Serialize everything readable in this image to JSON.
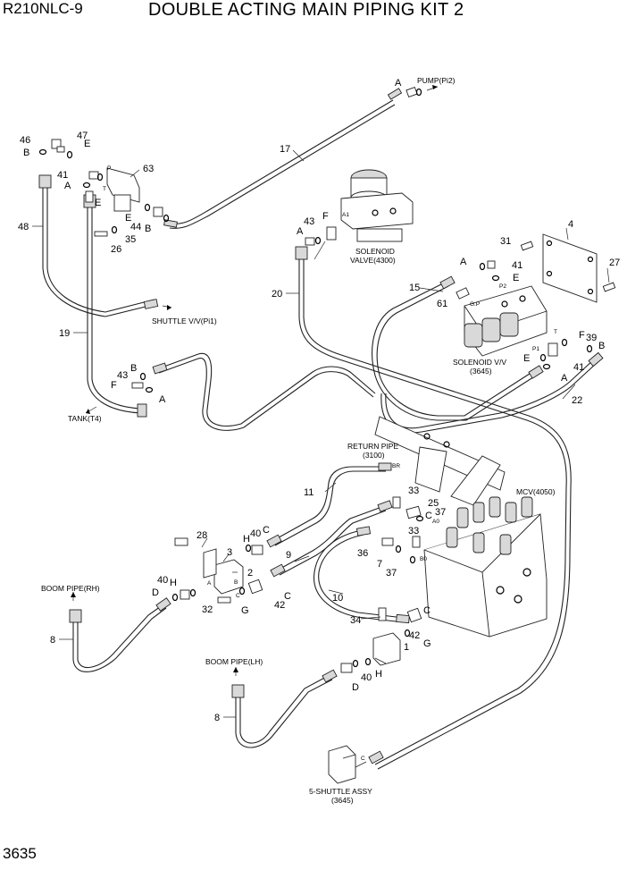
{
  "header": {
    "model": "R210NLC-9",
    "title": "DOUBLE ACTING MAIN PIPING KIT 2"
  },
  "footer": {
    "page_number": "3635"
  },
  "callouts": {
    "pump_pi2": "PUMP(Pi2)",
    "solenoid_valve_1": "SOLENOID",
    "solenoid_valve_2": "VALVE(4300)",
    "solenoid_vv_1": "SOLENOID V/V",
    "solenoid_vv_2": "(3645)",
    "shuttle_pi1": "SHUTTLE V/V(Pi1)",
    "tank_t4": "TANK(T4)",
    "return_pipe_1": "RETURN PIPE",
    "return_pipe_2": "(3100)",
    "mcv": "MCV(4050)",
    "boom_pipe_rh": "BOOM PIPE(RH)",
    "boom_pipe_lh": "BOOM PIPE(LH)",
    "shuttle_assy_1": "5-SHUTTLE ASSY",
    "shuttle_assy_2": "(3645)"
  },
  "port_labels": {
    "p": "P",
    "t": "T",
    "a": "A",
    "a1": "A1",
    "p2": "P2",
    "gp": "G.P",
    "p1": "P1",
    "t2": "T",
    "br": "BR",
    "a0": "A0",
    "b0": "B0",
    "blk_a": "A",
    "blk_b": "B",
    "blk_c": "C",
    "shuttle_c": "C"
  },
  "part_numbers": {
    "n1": "1",
    "n2": "2",
    "n3": "3",
    "n4": "4",
    "n7": "7",
    "n8a": "8",
    "n8b": "8",
    "n9": "9",
    "n10": "10",
    "n11": "11",
    "n15": "15",
    "n17": "17",
    "n19": "19",
    "n20": "20",
    "n22": "22",
    "n25": "25",
    "n26": "26",
    "n27": "27",
    "n28": "28",
    "n31": "31",
    "n32": "32",
    "n33a": "33",
    "n33b": "33",
    "n34": "34",
    "n35": "35",
    "n36": "36",
    "n37a": "37",
    "n37b": "37",
    "n39": "39",
    "n40a": "40",
    "n40b": "40",
    "n40c": "40",
    "n41a": "41",
    "n41b": "41",
    "n41c": "41",
    "n42a": "42",
    "n42b": "42",
    "n43a": "43",
    "n43b": "43",
    "n44": "44",
    "n46": "46",
    "n47": "47",
    "n48": "48",
    "n61": "61",
    "n63": "63"
  },
  "letter_labels": {
    "l_a1": "A",
    "l_b1": "B",
    "l_e1": "E",
    "l_a2": "A",
    "l_e2": "E",
    "l_e3": "E",
    "l_b2": "B",
    "l_a3": "A",
    "l_f1": "F",
    "l_a4": "A",
    "l_e4": "E",
    "l_f2": "F",
    "l_b3": "B",
    "l_e5": "E",
    "l_a5": "A",
    "l_b4": "B",
    "l_f3": "F",
    "l_a6": "A",
    "l_h1": "H",
    "l_c1": "C",
    "l_h2": "H",
    "l_d1": "D",
    "l_g1": "G",
    "l_c2": "C",
    "l_c3": "C",
    "l_g2": "G",
    "l_h3": "H",
    "l_d2": "D",
    "l_c4": "C"
  }
}
